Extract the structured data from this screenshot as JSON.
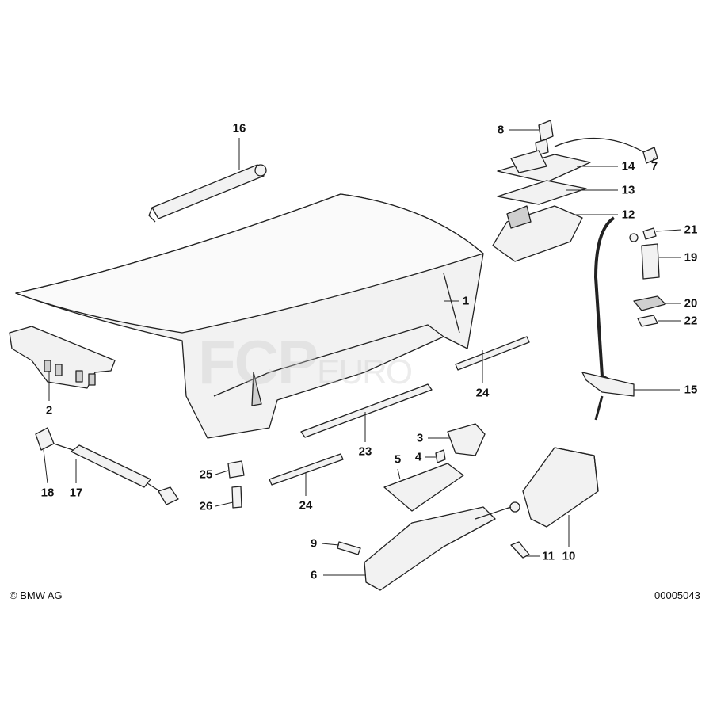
{
  "diagram": {
    "part_labels": [
      "16",
      "8",
      "7",
      "14",
      "13",
      "12",
      "21",
      "19",
      "1",
      "20",
      "22",
      "2",
      "15",
      "24",
      "23",
      "3",
      "4",
      "5",
      "25",
      "18",
      "17",
      "24",
      "26",
      "9",
      "11",
      "10",
      "6"
    ],
    "copyright": "© BMW AG",
    "diagram_id": "00005043",
    "watermark": {
      "main": "FCP",
      "sub": "EURO"
    }
  },
  "colors": {
    "line": "#222222",
    "fill": "#f2f2f2",
    "shade": "#cfcfcf"
  }
}
